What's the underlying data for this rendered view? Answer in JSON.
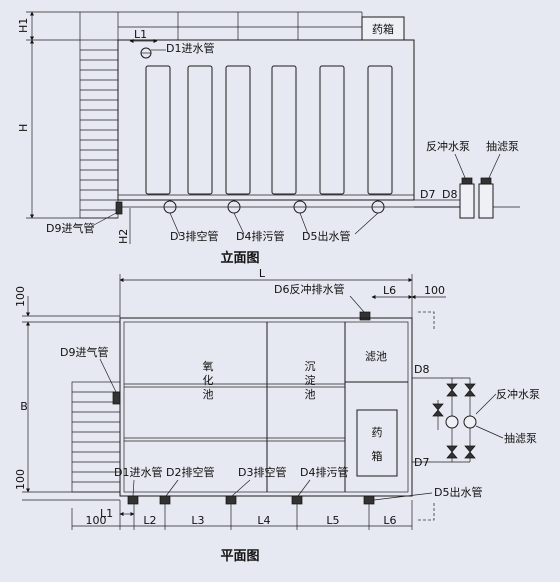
{
  "elevation": {
    "caption": "立面图",
    "dims": {
      "h1": "H1",
      "h": "H",
      "l1": "L1",
      "h2": "H2"
    },
    "labels": {
      "d1": "D1进水管",
      "medicine_box": "药箱",
      "backwash_pump": "反冲水泵",
      "filter_pump": "抽滤泵",
      "d7": "D7",
      "d8": "D8",
      "d9": "D9进气管",
      "d3": "D3排空管",
      "d4": "D4排污管",
      "d5": "D5出水管"
    }
  },
  "plan": {
    "caption": "平面图",
    "dims": {
      "top_100": "100",
      "b": "B",
      "left_100": "100",
      "l": "L",
      "l6_top": "L6",
      "right_100": "100",
      "bottom_100": "100",
      "l1": "L1",
      "l2": "L2",
      "l3": "L3",
      "l4": "L4",
      "l5": "L5",
      "l6_bottom": "L6"
    },
    "labels": {
      "d6": "D6反冲排水管",
      "d9": "D9进气管",
      "oxidation_tank": [
        "氧",
        "化",
        "池"
      ],
      "sedimentation_tank": [
        "沉",
        "淀",
        "池"
      ],
      "filter_tank": "滤池",
      "medicine_box": [
        "药",
        "箱"
      ],
      "d8": "D8",
      "d7": "D7",
      "backwash_pump": "反冲水泵",
      "filter_pump": "抽滤泵",
      "d1": "D1进水管",
      "d2": "D2排空管",
      "d3": "D3排空管",
      "d4": "D4排污管",
      "d5": "D5出水管"
    }
  }
}
